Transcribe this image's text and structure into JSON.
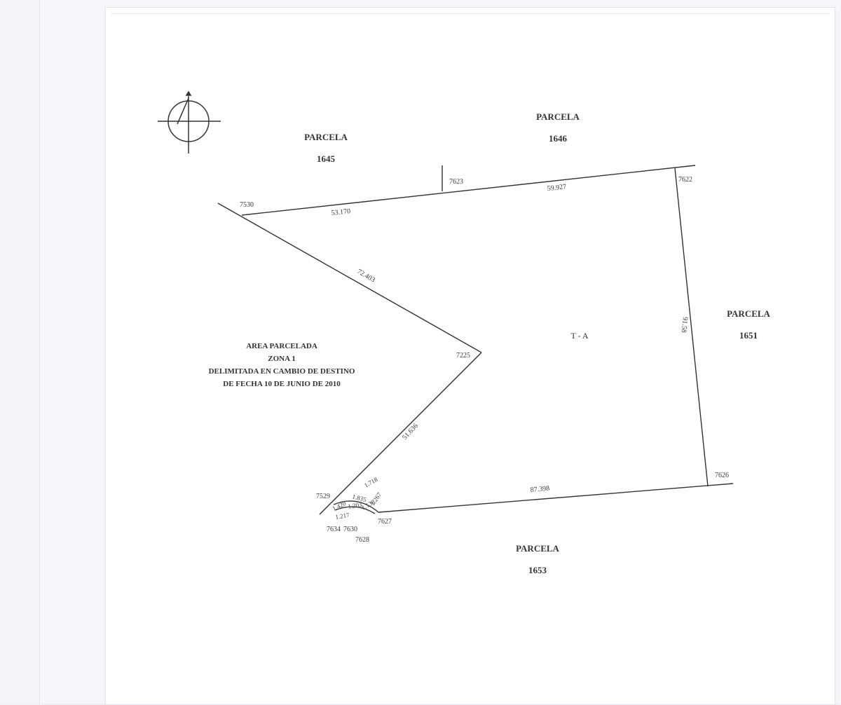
{
  "neighbors": {
    "north_west": {
      "label": "PARCELA",
      "number": "1645"
    },
    "north": {
      "label": "PARCELA",
      "number": "1646"
    },
    "east": {
      "label": "PARCELA",
      "number": "1651"
    },
    "south": {
      "label": "PARCELA",
      "number": "1653"
    }
  },
  "area_note": [
    "AREA PARCELADA",
    "ZONA 1",
    "DELIMITADA EN CAMBIO DE DESTINO",
    "DE FECHA 10 DE JUNIO DE 2010"
  ],
  "lot_label": "T - A",
  "vertices": {
    "v7530": "7530",
    "v7623": "7623",
    "v7622": "7622",
    "v7626": "7626",
    "v7627": "7627",
    "v7628": "7628",
    "v7630": "7630",
    "v7634": "7634",
    "v7529": "7529",
    "v7225": "7225"
  },
  "distances": {
    "d1": "53.170",
    "d2": "59.927",
    "d3": "72.403",
    "d4": "91.58",
    "d5": "51.636",
    "d6": "87.398",
    "d7": "1.718",
    "d8": "1.835",
    "d9": "1.267",
    "d10": "1.420",
    "d11": "1.203",
    "d12": "1.138",
    "d13": "1.217"
  },
  "colors": {
    "ink": "#333333",
    "paper": "#ffffff",
    "background": "#eef0f5"
  }
}
